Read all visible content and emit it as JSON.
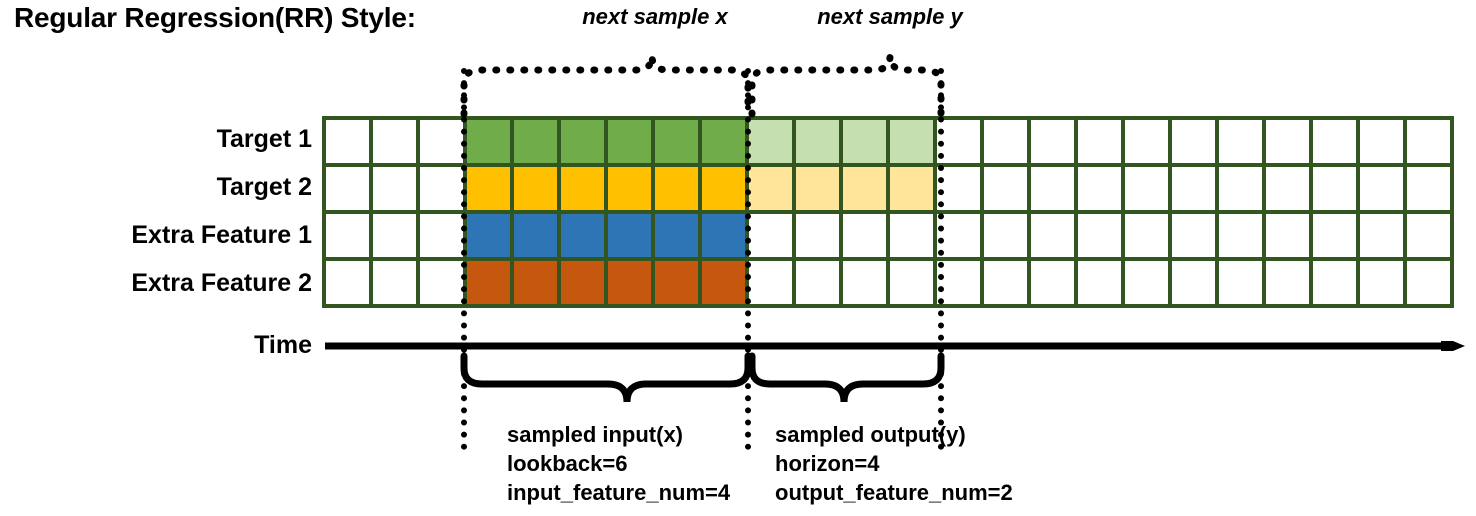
{
  "title": "Regular Regression(RR) Style:",
  "rows": [
    {
      "label": "Target 1",
      "palette": "green"
    },
    {
      "label": "Target 2",
      "palette": "yellow"
    },
    {
      "label": "Extra Feature 1",
      "palette": "blue"
    },
    {
      "label": "Extra Feature 2",
      "palette": "orange"
    }
  ],
  "axis": {
    "label": "Time"
  },
  "grid": {
    "total_columns": 24,
    "leading_blank_columns": 3,
    "input_columns": 6,
    "output_columns": 4,
    "trailing_blank_columns": 11
  },
  "top_annotations": [
    {
      "text": "next sample x"
    },
    {
      "text": "next sample y"
    }
  ],
  "bottom_annotations": [
    {
      "line1": "sampled input(x)",
      "line2": "lookback=6",
      "line3": "input_feature_num=4"
    },
    {
      "line1": "sampled output(y)",
      "line2": "horizon=4",
      "line3": "output_feature_num=2"
    }
  ],
  "colors": {
    "border": "#33551F",
    "green": "#70AC49",
    "light_green": "#C5DFB0",
    "yellow": "#FFC000",
    "light_yellow": "#FFE59A",
    "blue": "#2E75B6",
    "orange": "#C5570F",
    "line": "#000000"
  },
  "chart_data": {
    "type": "heatmap",
    "title": "Regular Regression(RR) Style:",
    "xlabel": "Time",
    "ylabel": "",
    "categories": [
      "Target 1",
      "Target 2",
      "Extra Feature 1",
      "Extra Feature 2"
    ],
    "x": [
      0,
      1,
      2,
      3,
      4,
      5,
      6,
      7,
      8,
      9,
      10,
      11,
      12,
      13,
      14,
      15,
      16,
      17,
      18,
      19,
      20,
      21,
      22,
      23
    ],
    "series": [
      {
        "name": "Target 1",
        "values": [
          "blank",
          "blank",
          "blank",
          "input",
          "input",
          "input",
          "input",
          "input",
          "input",
          "output",
          "output",
          "output",
          "output",
          "blank",
          "blank",
          "blank",
          "blank",
          "blank",
          "blank",
          "blank",
          "blank",
          "blank",
          "blank",
          "blank"
        ]
      },
      {
        "name": "Target 2",
        "values": [
          "blank",
          "blank",
          "blank",
          "input",
          "input",
          "input",
          "input",
          "input",
          "input",
          "output",
          "output",
          "output",
          "output",
          "blank",
          "blank",
          "blank",
          "blank",
          "blank",
          "blank",
          "blank",
          "blank",
          "blank",
          "blank",
          "blank"
        ]
      },
      {
        "name": "Extra Feature 1",
        "values": [
          "blank",
          "blank",
          "blank",
          "input",
          "input",
          "input",
          "input",
          "input",
          "input",
          "blank",
          "blank",
          "blank",
          "blank",
          "blank",
          "blank",
          "blank",
          "blank",
          "blank",
          "blank",
          "blank",
          "blank",
          "blank",
          "blank",
          "blank"
        ]
      },
      {
        "name": "Extra Feature 2",
        "values": [
          "blank",
          "blank",
          "blank",
          "input",
          "input",
          "input",
          "input",
          "input",
          "input",
          "blank",
          "blank",
          "blank",
          "blank",
          "blank",
          "blank",
          "blank",
          "blank",
          "blank",
          "blank",
          "blank",
          "blank",
          "blank",
          "blank",
          "blank"
        ]
      }
    ],
    "annotations": [
      "next sample x",
      "next sample y",
      "sampled input(x)",
      "lookback=6",
      "input_feature_num=4",
      "sampled output(y)",
      "horizon=4",
      "output_feature_num=2"
    ],
    "grid": true,
    "legend": "none"
  }
}
